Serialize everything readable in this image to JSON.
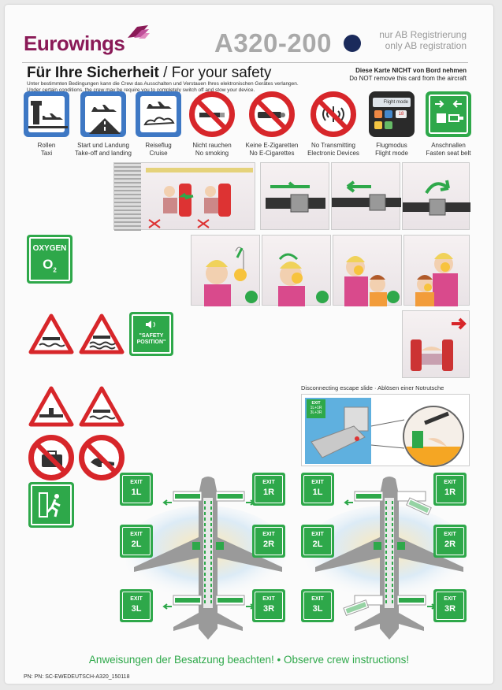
{
  "brand": {
    "name": "Eurowings",
    "model": "A320-200",
    "registration_de": "nur AB Registrierung",
    "registration_en": "only AB registration",
    "color": "#8a1a57"
  },
  "header": {
    "title_de": "Für Ihre Sicherheit",
    "separator": " /",
    "title_en": "For your safety",
    "warning_de": "Diese Karte NICHT von Bord nehmen",
    "warning_en": "Do NOT remove this card from the aircraft",
    "intro_de": "Unter bestimmten Bedingungen kann die Crew das Ausschalten und Verstauen Ihres elektronischen Gerätes verlangen.",
    "intro_en": "Under certain conditions, the crew may be require you to completely switch off and stow your device."
  },
  "pictograms": [
    {
      "icon": "taxi-icon",
      "de": "Rollen",
      "en": "Taxi"
    },
    {
      "icon": "takeoff-landing-icon",
      "de": "Start und Landung",
      "en": "Take-off and landing"
    },
    {
      "icon": "cruise-icon",
      "de": "Reiseflug",
      "en": "Cruise"
    },
    {
      "icon": "no-smoking-icon",
      "de": "Nicht rauchen",
      "en": "No smoking"
    },
    {
      "icon": "no-e-cigarettes-icon",
      "de": "Keine E-Zigaretten",
      "en": "No E-Cigarettes"
    },
    {
      "icon": "no-transmitting-icon",
      "de": "No Transmitting",
      "en": "Electronic Devices"
    },
    {
      "icon": "flight-mode-icon",
      "de": "Flugmodus",
      "en": "Flight mode"
    },
    {
      "icon": "fasten-seatbelt-icon",
      "de": "Anschnallen",
      "en": "Fasten seat belt"
    }
  ],
  "phone_label": "Flight mode",
  "phone_badge": "18",
  "oxygen": {
    "label": "OXYGEN",
    "symbol": "O",
    "sub": "2"
  },
  "safety_position": {
    "line1": "\"SAFETY",
    "line2": "POSITION\""
  },
  "slide_caption": "Disconnecting escape slide · Ablösen einer Notrutsche",
  "slide_sign": {
    "label": "EXIT",
    "line1": "1L+1R",
    "line2": "3L+3R"
  },
  "exits": [
    {
      "label": "EXIT",
      "door": "1L"
    },
    {
      "label": "EXIT",
      "door": "1R"
    },
    {
      "label": "EXIT",
      "door": "2L"
    },
    {
      "label": "EXIT",
      "door": "2R"
    },
    {
      "label": "EXIT",
      "door": "3L"
    },
    {
      "label": "EXIT",
      "door": "3R"
    }
  ],
  "footer": "Anweisungen der Besatzung beachten! • Observe crew instructions!",
  "part_number": "PN: PN: SC-EWEDEUTSCH-A320_150118",
  "colors": {
    "green": "#2ea84a",
    "red": "#d7262a",
    "blue": "#3e78c4",
    "navy": "#1a2a5b"
  }
}
